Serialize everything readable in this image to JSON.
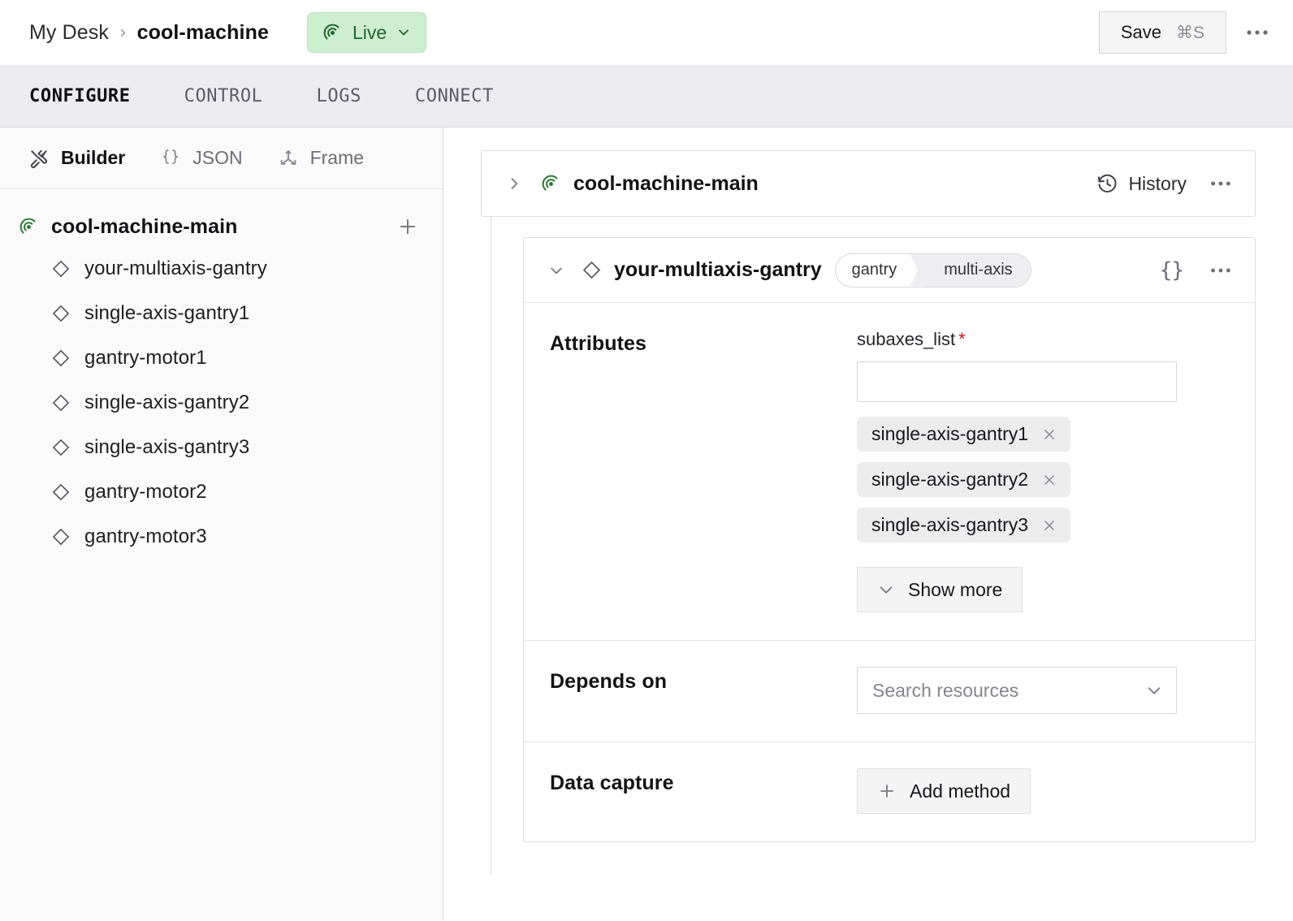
{
  "header": {
    "breadcrumb_root": "My Desk",
    "breadcrumb_sep": "›",
    "breadcrumb_current": "cool-machine",
    "status_badge": {
      "label": "Live",
      "icon": "broadcast-icon",
      "chevron": "⌄",
      "bg_color": "#cdeecf",
      "text_color": "#22662c"
    },
    "save_label": "Save",
    "save_shortcut": "⌘S",
    "more_icon": "•••"
  },
  "tabs": [
    {
      "label": "CONFIGURE",
      "active": true
    },
    {
      "label": "CONTROL",
      "active": false
    },
    {
      "label": "LOGS",
      "active": false
    },
    {
      "label": "CONNECT",
      "active": false
    }
  ],
  "sidebar": {
    "toolbar": [
      {
        "label": "Builder",
        "icon": "tools-icon",
        "active": true
      },
      {
        "label": "JSON",
        "icon": "braces-icon",
        "active": false
      },
      {
        "label": "Frame",
        "icon": "axes-icon",
        "active": false
      }
    ],
    "tree_root": {
      "label": "cool-machine-main",
      "icon": "broadcast-icon",
      "add_icon": "+"
    },
    "tree_children": [
      {
        "label": "your-multiaxis-gantry",
        "icon": "diamond-icon"
      },
      {
        "label": "single-axis-gantry1",
        "icon": "diamond-icon"
      },
      {
        "label": "gantry-motor1",
        "icon": "diamond-icon"
      },
      {
        "label": "single-axis-gantry2",
        "icon": "diamond-icon"
      },
      {
        "label": "single-axis-gantry3",
        "icon": "diamond-icon"
      },
      {
        "label": "gantry-motor2",
        "icon": "diamond-icon"
      },
      {
        "label": "gantry-motor3",
        "icon": "diamond-icon"
      }
    ]
  },
  "main": {
    "machine_card": {
      "expand_icon": "›",
      "icon": "broadcast-icon",
      "name": "cool-machine-main",
      "history_label": "History",
      "history_icon": "clock-history-icon",
      "more_icon": "•••"
    },
    "resource_card": {
      "collapse_icon": "⌄",
      "icon": "diamond-icon",
      "name": "your-multiaxis-gantry",
      "badge_primary": "gantry",
      "badge_secondary": "multi-axis",
      "json_icon": "{}",
      "more_icon": "•••",
      "rows": {
        "attributes": {
          "label": "Attributes",
          "field_name": "subaxes_list",
          "required_marker": "*",
          "input_value": "",
          "input_placeholder": "",
          "chips": [
            {
              "label": "single-axis-gantry1",
              "remove_icon": "✕"
            },
            {
              "label": "single-axis-gantry2",
              "remove_icon": "✕"
            },
            {
              "label": "single-axis-gantry3",
              "remove_icon": "✕"
            }
          ],
          "show_more_label": "Show more",
          "show_more_icon": "⌄"
        },
        "depends_on": {
          "label": "Depends on",
          "select_placeholder": "Search resources",
          "select_chevron": "⌄"
        },
        "data_capture": {
          "label": "Data capture",
          "add_method_label": "Add method",
          "add_icon": "+"
        }
      }
    }
  }
}
